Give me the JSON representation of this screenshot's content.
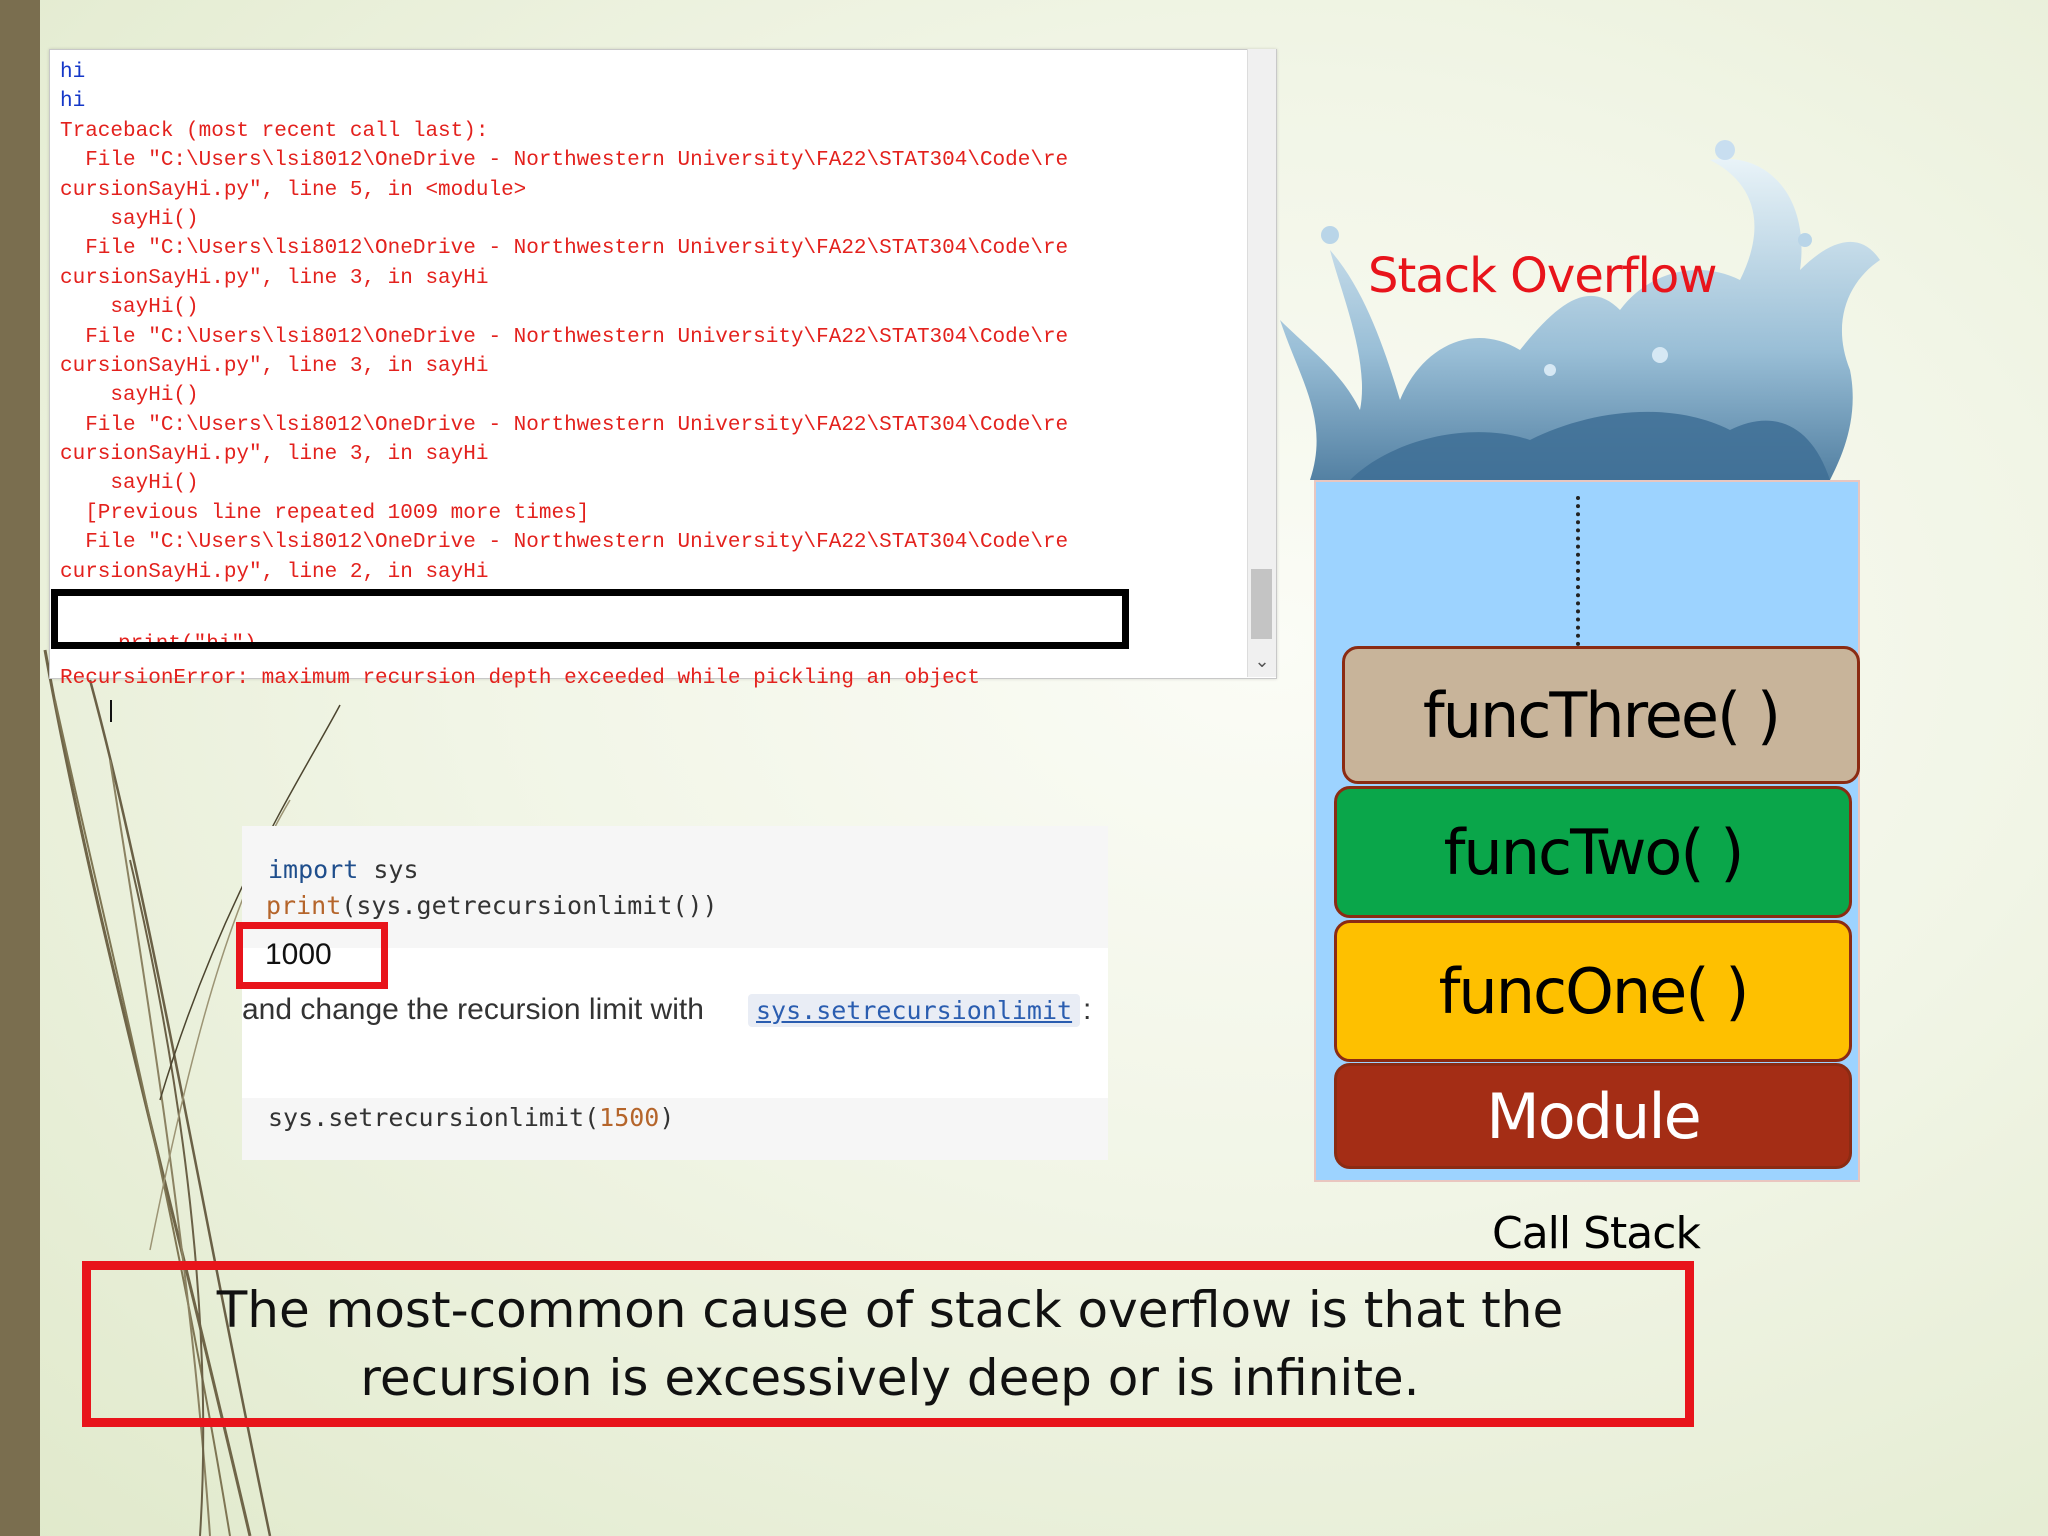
{
  "console": {
    "lines": [
      {
        "text": "hi",
        "kind": "out"
      },
      {
        "text": "hi",
        "kind": "out"
      },
      {
        "text": "Traceback (most recent call last):",
        "kind": "err"
      },
      {
        "text": "  File \"C:\\Users\\lsi8012\\OneDrive - Northwestern University\\FA22\\STAT304\\Code\\re",
        "kind": "err"
      },
      {
        "text": "cursionSayHi.py\", line 5, in <module>",
        "kind": "err"
      },
      {
        "text": "    sayHi()",
        "kind": "err"
      },
      {
        "text": "  File \"C:\\Users\\lsi8012\\OneDrive - Northwestern University\\FA22\\STAT304\\Code\\re",
        "kind": "err"
      },
      {
        "text": "cursionSayHi.py\", line 3, in sayHi",
        "kind": "err"
      },
      {
        "text": "    sayHi()",
        "kind": "err"
      },
      {
        "text": "  File \"C:\\Users\\lsi8012\\OneDrive - Northwestern University\\FA22\\STAT304\\Code\\re",
        "kind": "err"
      },
      {
        "text": "cursionSayHi.py\", line 3, in sayHi",
        "kind": "err"
      },
      {
        "text": "    sayHi()",
        "kind": "err"
      },
      {
        "text": "  File \"C:\\Users\\lsi8012\\OneDrive - Northwestern University\\FA22\\STAT304\\Code\\re",
        "kind": "err"
      },
      {
        "text": "cursionSayHi.py\", line 3, in sayHi",
        "kind": "err"
      },
      {
        "text": "    sayHi()",
        "kind": "err"
      },
      {
        "text": "  [Previous line repeated 1009 more times]",
        "kind": "err"
      },
      {
        "text": "  File \"C:\\Users\\lsi8012\\OneDrive - Northwestern University\\FA22\\STAT304\\Code\\re",
        "kind": "err"
      },
      {
        "text": "cursionSayHi.py\", line 2, in sayHi",
        "kind": "err"
      }
    ],
    "partial_line": "print(\"hi\")",
    "error_line": "RecursionError: maximum recursion depth exceeded while pickling an object",
    "scroll_arrow": "⌄"
  },
  "snippet": {
    "import_kw": "import",
    "import_mod": " sys",
    "print_fn": "print",
    "print_args": "(sys.getrecursionlimit())",
    "output_value": "1000",
    "change_text": "and change the recursion limit with",
    "link_code": "sys.setrecursionlimit",
    "colon": ":",
    "set_call": "sys.setrecursionlimit(",
    "set_value": "1500",
    "set_close": ")"
  },
  "overflow_title": "Stack Overflow",
  "call_stack": {
    "frames": [
      "funcThree( )",
      "funcTwo( )",
      "funcOne( )",
      "Module"
    ],
    "caption": "Call Stack",
    "colors": {
      "funcThree": "#c8b49a",
      "funcTwo": "#0aa64a",
      "funcOne": "#fec000",
      "module": "#a42d15",
      "stack_bg": "#9dd3ff"
    }
  },
  "note": {
    "line1": "The most-common cause of stack overflow is that the",
    "line2": "recursion is excessively deep or is infinite."
  },
  "colors": {
    "highlight_red": "#e8141b",
    "sidebar": "#7a6e4f"
  }
}
